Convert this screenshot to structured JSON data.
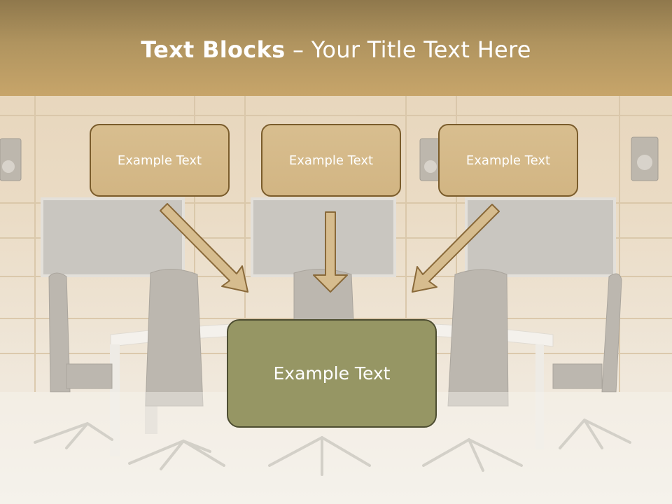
{
  "slide": {
    "title_bold": "Text Blocks",
    "title_dash": " – ",
    "title_rest": "Your Title Text Here"
  },
  "boxes": [
    {
      "label": "Example Text"
    },
    {
      "label": "Example Text"
    },
    {
      "label": "Example Text"
    }
  ],
  "center_box": {
    "label": "Example Text"
  },
  "colors": {
    "title_band": "#b0945f",
    "small_box_fill": "#d6ba88",
    "small_box_border": "#7a5c2b",
    "center_box_fill": "#969664",
    "arrow_fill": "#d3b98c"
  },
  "icons": {
    "arrows": "down-arrow-icon",
    "background": "conference-room-photo"
  }
}
